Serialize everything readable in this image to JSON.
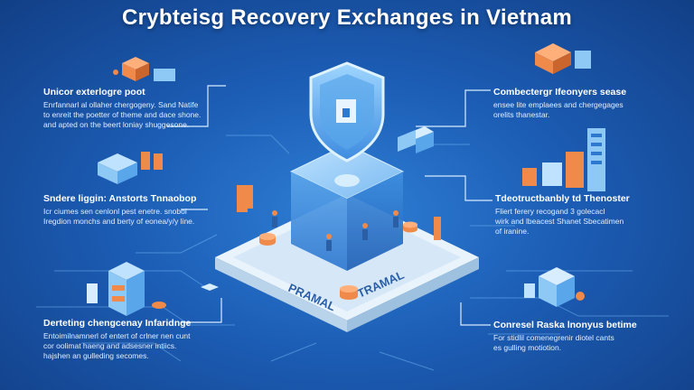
{
  "title": "Crybteisg Recovery Exchanges  in Vietnam",
  "platform": {
    "label_left": "PRAMAL",
    "label_right": "TRAMAL"
  },
  "callouts": [
    {
      "id": "top-left",
      "heading": "Unicor exterlogre poot",
      "lines": [
        "Enrfannarl al ollaher chergogeny. Sand Natife",
        "to enreit the poetter of theme and dace shone.",
        "and apted on the beert loniay shuggesone."
      ]
    },
    {
      "id": "mid-left",
      "heading": "Sndere liggin: Anstorts Tnnaobop",
      "lines": [
        "Icr ciumes sen cenlonl pest enetre. snobol",
        "Iregdion monchs and berty of eonea/y/y line."
      ]
    },
    {
      "id": "bottom-left",
      "heading": "Derteting chengcenay Infaridnge",
      "lines": [
        "Entoimilnamnerl of  entert of crlner nen cunt",
        "cor oolimat haeng and adsesner intiics.",
        "hajshen an gulleding secomes."
      ]
    },
    {
      "id": "top-right",
      "heading": "Combectergr Ifeonyers sease",
      "lines": [
        "ensee lite emplaees and chergegages",
        "orelits thanestar."
      ]
    },
    {
      "id": "mid-right",
      "heading": "Tdeotructbanbly td Thenoster",
      "lines": [
        "Fliert ferery recogand 3 golecacl",
        "wirk and lbeacest Shanet Sbecatimen",
        "of iranine."
      ]
    },
    {
      "id": "bottom-right",
      "heading": "Conresel Raska lnonyus betime",
      "lines": [
        "For stidlil comenegrenir diotel cants",
        "es gulling motiotion."
      ]
    }
  ],
  "colors": {
    "accent_orange": "#f08a4b",
    "panel_blue": "#8ec8f4",
    "line": "#d8ecff"
  }
}
